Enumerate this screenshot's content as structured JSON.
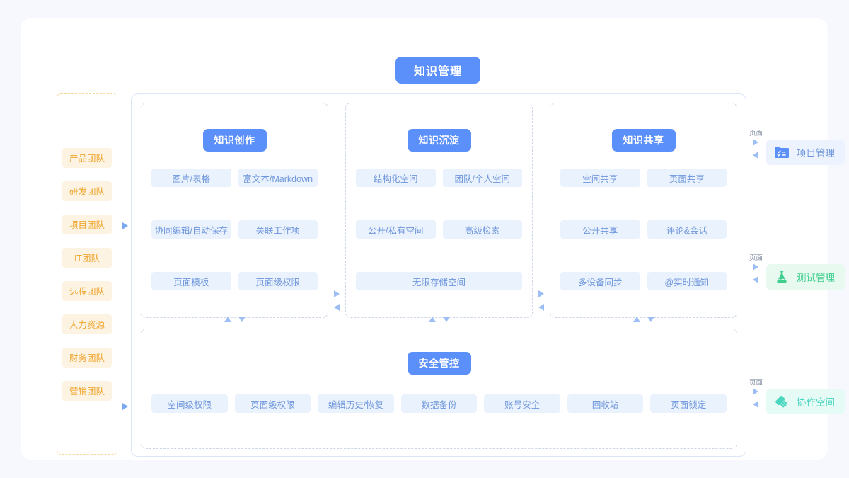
{
  "header": {
    "title": "知识管理"
  },
  "sidebar": {
    "items": [
      {
        "label": "产品团队"
      },
      {
        "label": "研发团队"
      },
      {
        "label": "项目团队"
      },
      {
        "label": "IT团队"
      },
      {
        "label": "远程团队"
      },
      {
        "label": "人力资源"
      },
      {
        "label": "财务团队"
      },
      {
        "label": "营销团队"
      }
    ]
  },
  "columns": [
    {
      "title": "知识创作",
      "rows": [
        [
          "图片/表格",
          "富文本/Markdown"
        ],
        [
          "协同编辑/自动保存",
          "关联工作项"
        ],
        [
          "页面模板",
          "页面级权限"
        ]
      ]
    },
    {
      "title": "知识沉淀",
      "rows": [
        [
          "结构化空间",
          "团队/个人空间"
        ],
        [
          "公开/私有空间",
          "高级检索"
        ],
        [
          "无限存储空间"
        ]
      ]
    },
    {
      "title": "知识共享",
      "rows": [
        [
          "空间共享",
          "页面共享"
        ],
        [
          "公开共享",
          "评论&会话"
        ],
        [
          "多设备同步",
          "@实时通知"
        ]
      ]
    }
  ],
  "security": {
    "title": "安全管控",
    "items": [
      "空间级权限",
      "页面级权限",
      "编辑历史/恢复",
      "数据备份",
      "账号安全",
      "回收站",
      "页面锁定"
    ]
  },
  "modules": [
    {
      "label": "项目管理",
      "connector_label": "页面",
      "icon": "checklist-folder-icon",
      "color": "#5b8ff9",
      "bg": "#edf3fe"
    },
    {
      "label": "测试管理",
      "connector_label": "页面",
      "icon": "flask-icon",
      "color": "#3ecf8e",
      "bg": "#e8faf0"
    },
    {
      "label": "协作空间",
      "connector_label": "页面",
      "icon": "handshake-icon",
      "color": "#4bd6c0",
      "bg": "#e7fbf6"
    }
  ],
  "colors": {
    "accent_blue": "#5b8ff9",
    "chip_bg": "#eaf2fd",
    "chip_text": "#6e96db",
    "team_bg": "#fdf3e2",
    "team_text": "#f0a732",
    "arrow": "#9dbdf5"
  }
}
